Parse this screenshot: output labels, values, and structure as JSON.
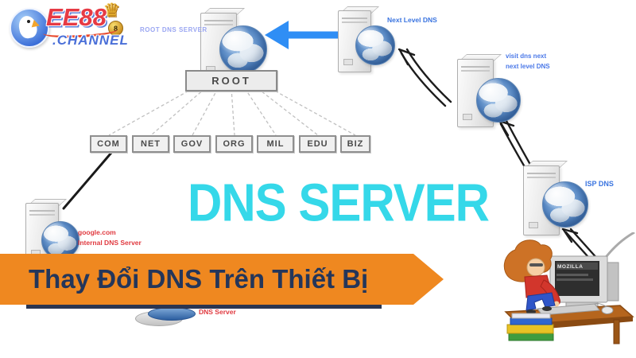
{
  "logo": {
    "brand": "EE88",
    "suffix": ".CHANNEL",
    "crown_icon": "♛",
    "ball_text": "8"
  },
  "watermark": {
    "text": "DNS SERVER",
    "color": "#35D8E9"
  },
  "banner": {
    "text": "Thay Đổi DNS Trên Thiết Bị",
    "bg_color": "#EF8820",
    "text_color": "#24365A"
  },
  "diagram": {
    "servers": {
      "root": {
        "label": "ROOT DNS SERVER"
      },
      "next_level": {
        "label": "Next Level DNS"
      },
      "second_level": {
        "label_line1": "visit dns next",
        "label_line2": "next level DNS"
      },
      "isp": {
        "label": "ISP DNS"
      },
      "internal": {
        "label_line1": "google.com",
        "label_line2": "Internal DNS Server"
      }
    },
    "hierarchy": {
      "root_box": "ROOT",
      "tlds": [
        "COM",
        "NET",
        "GOV",
        "ORG",
        "MIL",
        "EDU",
        "BIZ"
      ]
    },
    "database_label": "DNS Server",
    "monitor_text": "MOZILLA"
  },
  "colors": {
    "arrow_blue": "#2F8EF5",
    "label_blue": "#4A78E8",
    "label_lavender": "#9AA6F2",
    "label_red": "#E0393F",
    "banner_orange": "#EF8820",
    "watermark_cyan": "#35D8E9"
  }
}
